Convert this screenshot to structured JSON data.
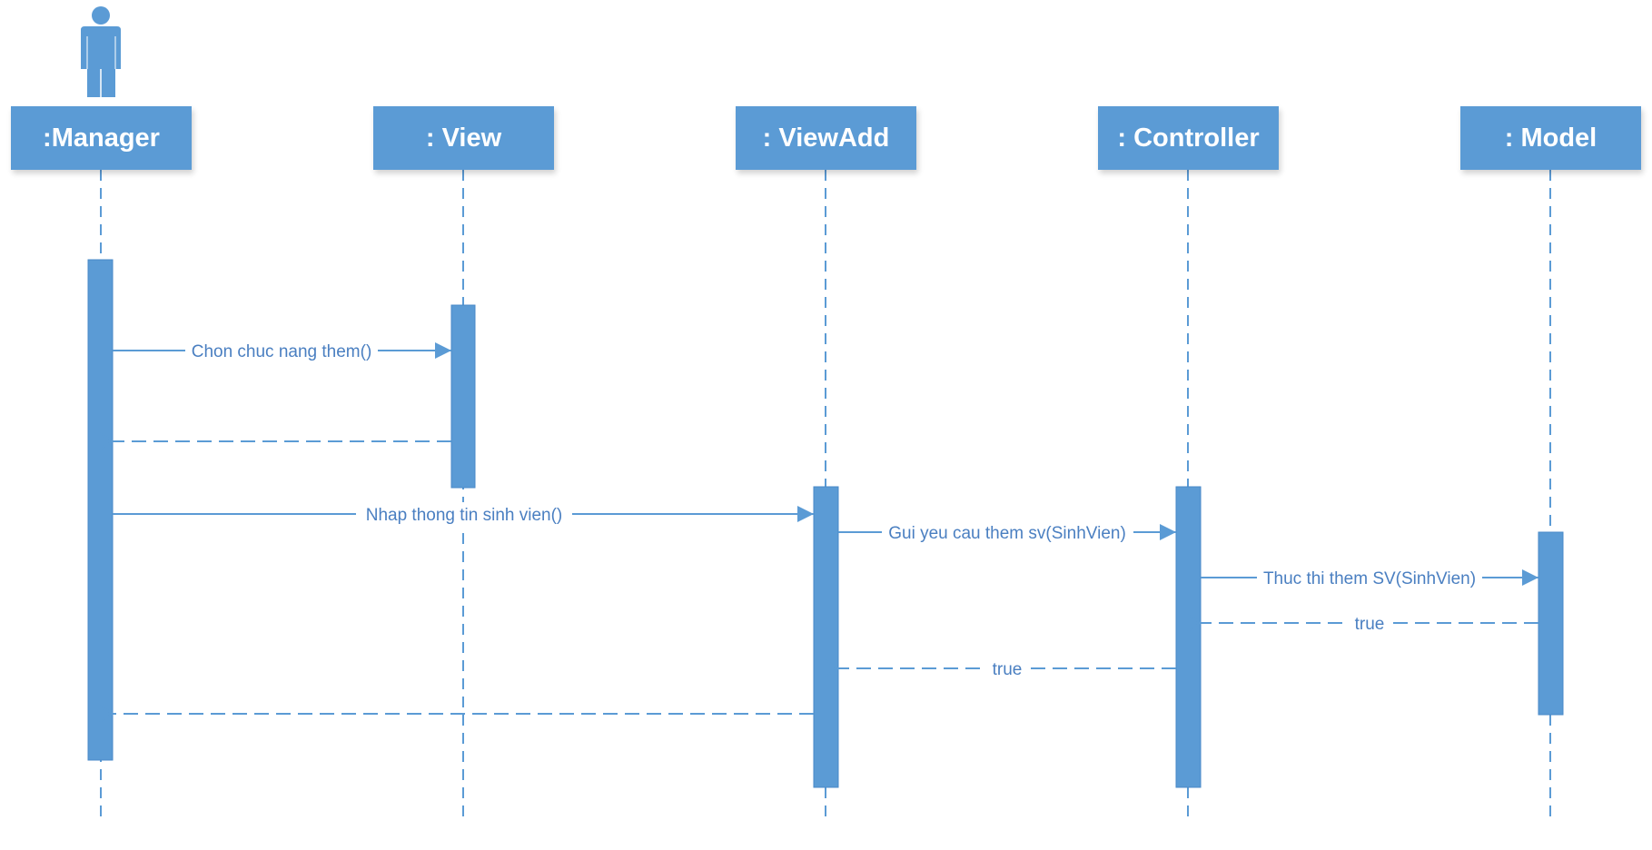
{
  "colors": {
    "primary": "#5b9bd5",
    "label": "#4a7fc1",
    "background": "#ffffff"
  },
  "actor_icon": "person-icon",
  "lifelines": [
    {
      "id": "manager",
      "label": ":Manager"
    },
    {
      "id": "view",
      "label": ": View"
    },
    {
      "id": "viewadd",
      "label": ": ViewAdd"
    },
    {
      "id": "controller",
      "label": ": Controller"
    },
    {
      "id": "model",
      "label": ": Model"
    }
  ],
  "messages": [
    {
      "from": "manager",
      "to": "view",
      "label": "Chon chuc nang them()",
      "kind": "call"
    },
    {
      "from": "view",
      "to": "manager",
      "label": "",
      "kind": "return"
    },
    {
      "from": "manager",
      "to": "viewadd",
      "label": "Nhap thong tin sinh vien()",
      "kind": "call"
    },
    {
      "from": "viewadd",
      "to": "controller",
      "label": "Gui yeu cau them sv(SinhVien)",
      "kind": "call"
    },
    {
      "from": "controller",
      "to": "model",
      "label": "Thuc thi them SV(SinhVien)",
      "kind": "call"
    },
    {
      "from": "model",
      "to": "controller",
      "label": "true",
      "kind": "return"
    },
    {
      "from": "controller",
      "to": "viewadd",
      "label": "true",
      "kind": "return"
    },
    {
      "from": "viewadd",
      "to": "manager",
      "label": "",
      "kind": "return"
    }
  ]
}
